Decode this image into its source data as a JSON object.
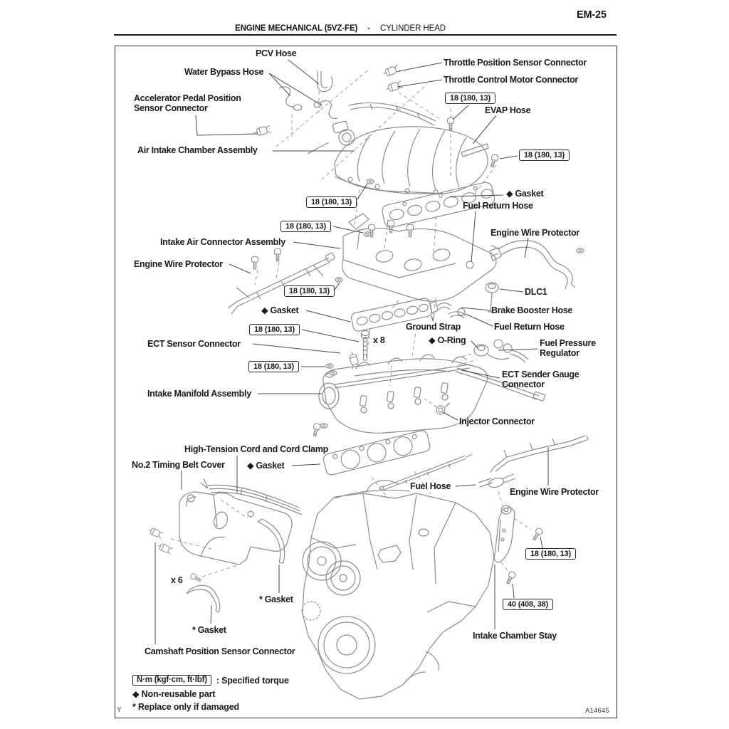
{
  "page": {
    "code": "EM-25",
    "header_bold": "ENGINE MECHANICAL (5VZ-FE)",
    "header_sep": "-",
    "header_rest": "CYLINDER HEAD",
    "figure_id": "A14645",
    "corner_mark": "Y"
  },
  "torque": {
    "t18": "18 (180, 13)",
    "t40": "40 (408, 38)"
  },
  "counts": {
    "x8": "x 8",
    "x6": "x 6"
  },
  "legend": {
    "torque_unit": "N·m (kgf·cm, ft·lbf)",
    "torque_label": ": Specified torque",
    "non_reusable": "◆ Non-reusable part",
    "replace_if_damaged": "* Replace only if damaged"
  },
  "parts": {
    "pcv_hose": "PCV Hose",
    "water_bypass_hose": "Water Bypass Hose",
    "throttle_position_sensor_connector": "Throttle Position Sensor Connector",
    "throttle_control_motor_connector": "Throttle Control Motor Connector",
    "accelerator_pedal_position_sensor_connector": "Accelerator Pedal Position Sensor Connector",
    "evap_hose": "EVAP Hose",
    "air_intake_chamber_assembly": "Air Intake Chamber Assembly",
    "gasket_non_reusable": "◆ Gasket",
    "fuel_return_hose": "Fuel Return Hose",
    "engine_wire_protector": "Engine Wire Protector",
    "intake_air_connector_assembly": "Intake Air Connector Assembly",
    "dlc1": "DLC1",
    "brake_booster_hose": "Brake Booster Hose",
    "ground_strap": "Ground Strap",
    "o_ring": "◆ O-Ring",
    "ect_sensor_connector": "ECT Sensor Connector",
    "fuel_pressure_regulator": "Fuel Pressure Regulator",
    "ect_sender_gauge_connector": "ECT Sender Gauge Connector",
    "intake_manifold_assembly": "Intake Manifold Assembly",
    "injector_connector": "Injector Connector",
    "high_tension_cord_and_cord_clamp": "High-Tension Cord and Cord Clamp",
    "no2_timing_belt_cover": "No.2 Timing Belt Cover",
    "fuel_hose": "Fuel Hose",
    "gasket_replace_if_damaged": "* Gasket",
    "intake_chamber_stay": "Intake Chamber Stay",
    "camshaft_position_sensor_connector": "Camshaft Position Sensor Connector"
  }
}
